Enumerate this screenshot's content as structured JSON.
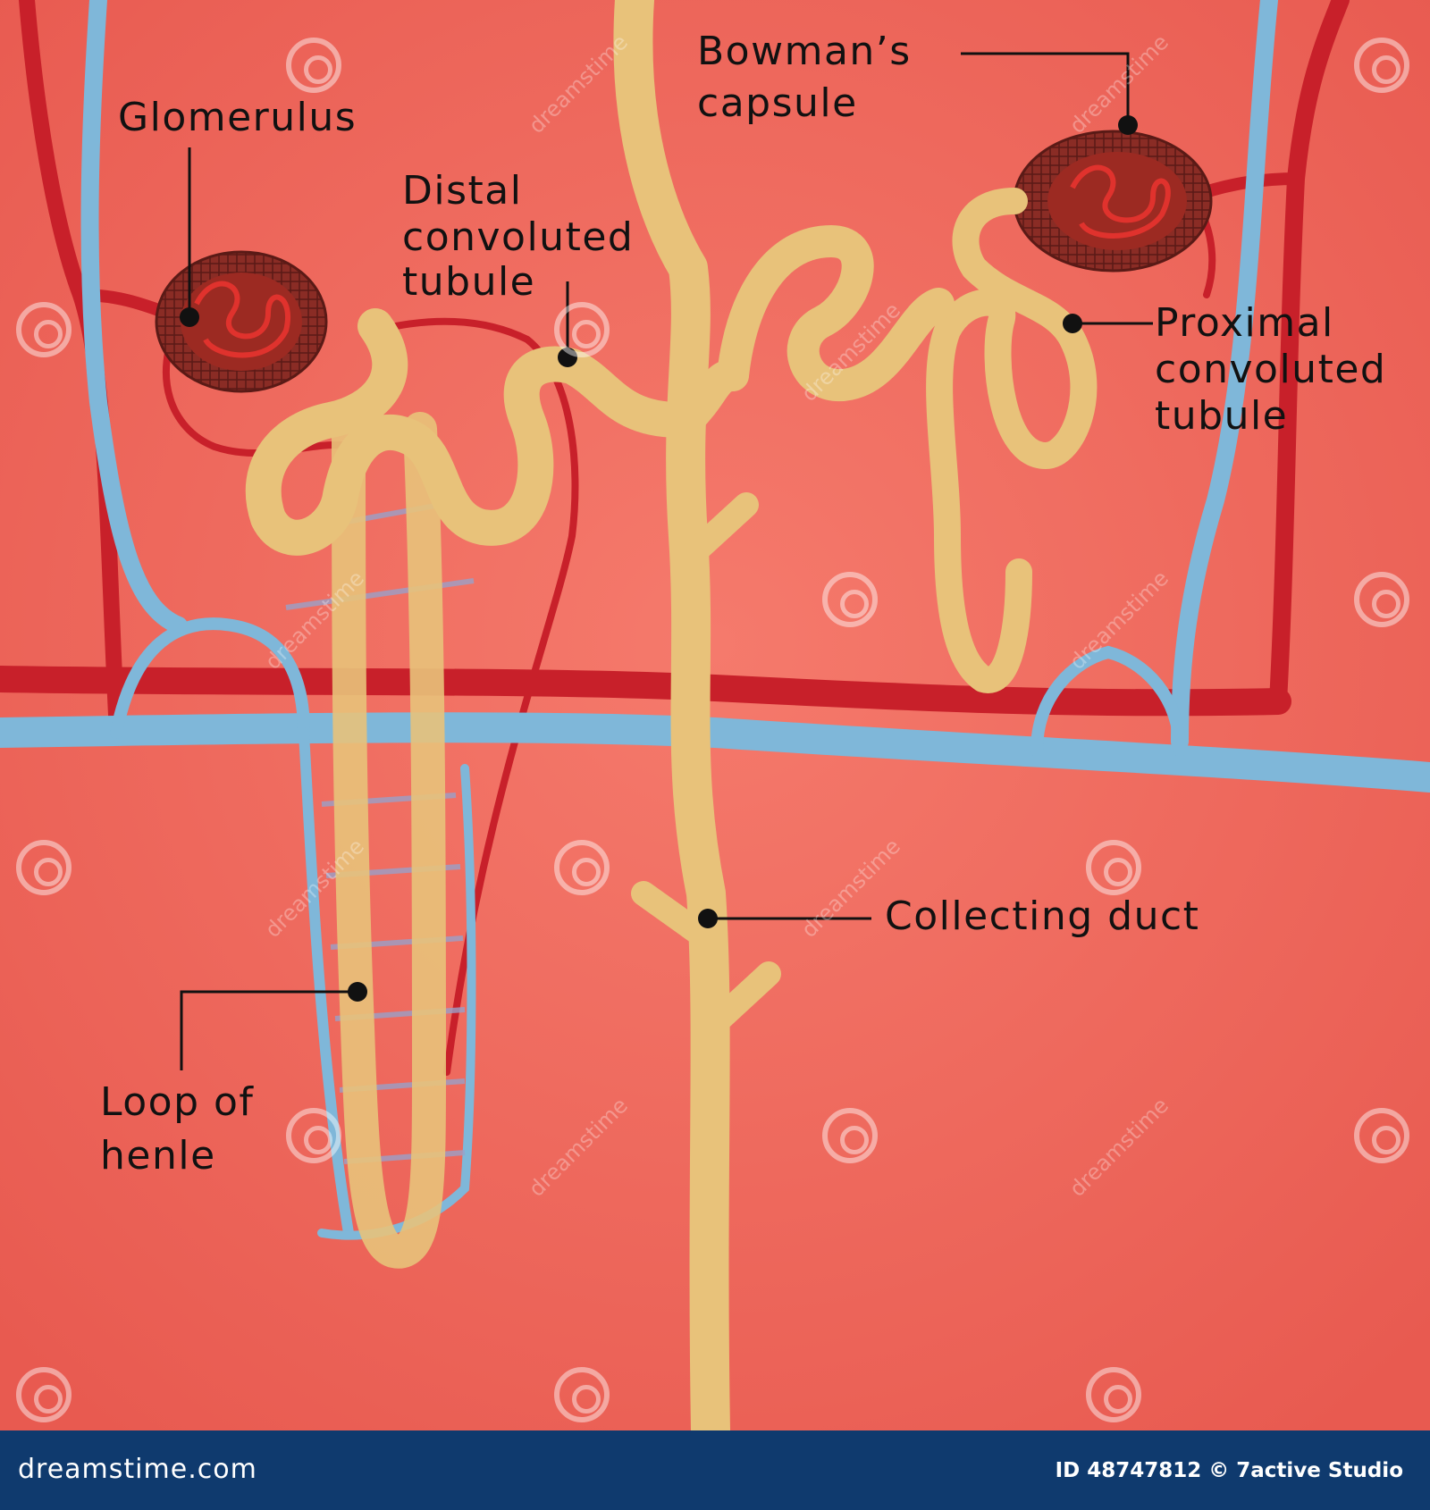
{
  "labels": {
    "glomerulus": "Glomerulus",
    "distal_line1": "Distal",
    "distal_line2": "convoluted",
    "distal_line3": "tubule",
    "bowman_line1": "Bowman’s",
    "bowman_line2": "capsule",
    "proximal_line1": "Proximal",
    "proximal_line2": "convoluted",
    "proximal_line3": "tubule",
    "collecting": "Collecting duct",
    "loop_line1": "Loop of",
    "loop_line2": "henle"
  },
  "watermark": {
    "text": "dreamstime"
  },
  "footer": {
    "site": "dreamstime.com",
    "credit": "ID 48747812 © 7active Studio"
  },
  "colors": {
    "tissue": "#f0675c",
    "tubule": "#e8c27a",
    "vein": "#7fb7d9",
    "artery": "#c8202a",
    "footer": "#0f3a6e"
  }
}
